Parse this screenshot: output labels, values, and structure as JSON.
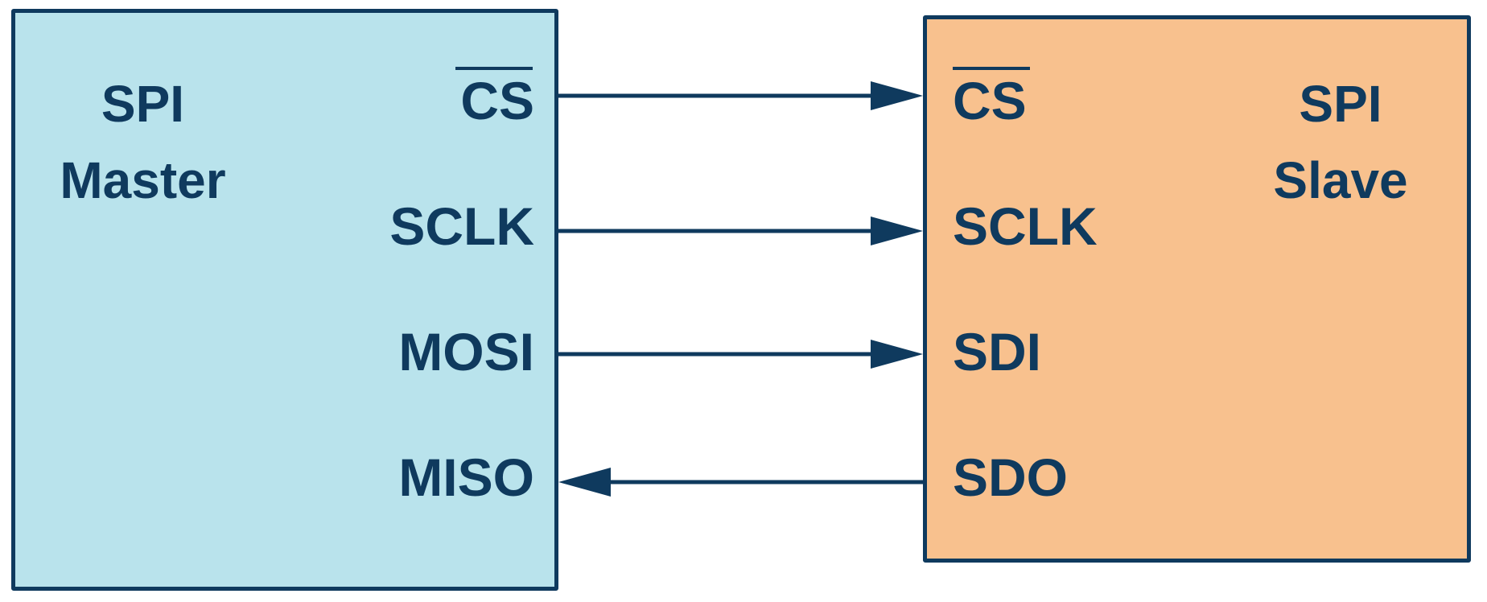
{
  "master": {
    "title_line1": "SPI",
    "title_line2": "Master",
    "color": "#b9e3ec",
    "pins": {
      "cs": "CS",
      "sclk": "SCLK",
      "mosi": "MOSI",
      "miso": "MISO"
    }
  },
  "slave": {
    "title_line1": "SPI",
    "title_line2": "Slave",
    "color": "#f8c18e",
    "pins": {
      "cs": "CS",
      "sclk": "SCLK",
      "sdi": "SDI",
      "sdo": "SDO"
    }
  },
  "colors": {
    "line": "#0f3a5e",
    "text": "#0f3a5e"
  },
  "connections": [
    {
      "from": "master.cs",
      "to": "slave.cs",
      "direction": "master-to-slave"
    },
    {
      "from": "master.sclk",
      "to": "slave.sclk",
      "direction": "master-to-slave"
    },
    {
      "from": "master.mosi",
      "to": "slave.sdi",
      "direction": "master-to-slave"
    },
    {
      "from": "slave.sdo",
      "to": "master.miso",
      "direction": "slave-to-master"
    }
  ]
}
